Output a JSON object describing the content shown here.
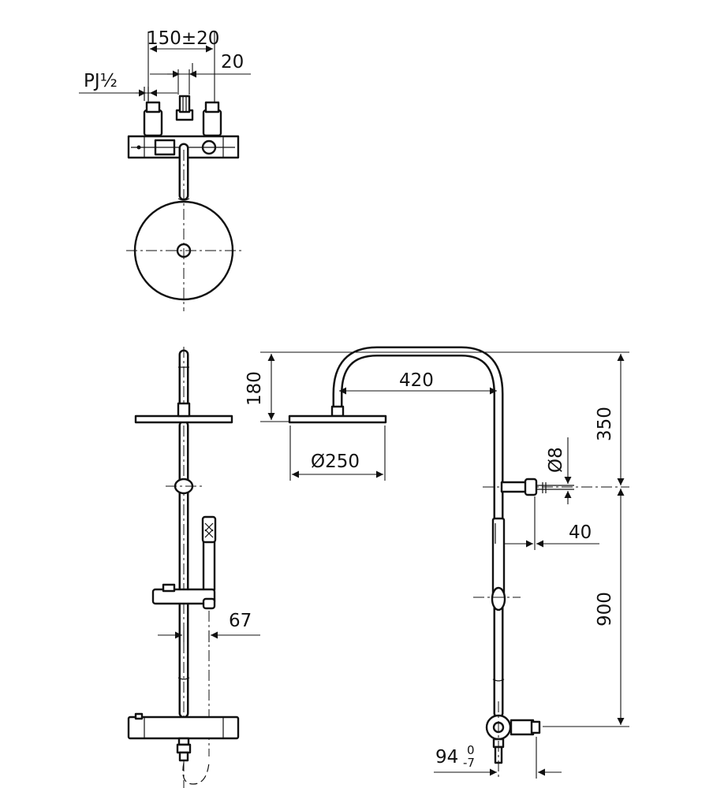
{
  "top_view": {
    "dim_pitch": "150±20",
    "dim_offset": "20",
    "dim_thread": "PJ½"
  },
  "front_view": {
    "dim_rail_offset": "67"
  },
  "side_view": {
    "dim_head_drop": "180",
    "dim_arm_reach": "420",
    "dim_head_diameter": "Ø250",
    "dim_arm_height": "350",
    "dim_nozzle_diameter": "Ø8",
    "dim_nozzle_length": "40",
    "dim_riser_height": "900",
    "dim_body_depth": "94",
    "dim_tol_upper": "0",
    "dim_tol_lower": "-7"
  }
}
